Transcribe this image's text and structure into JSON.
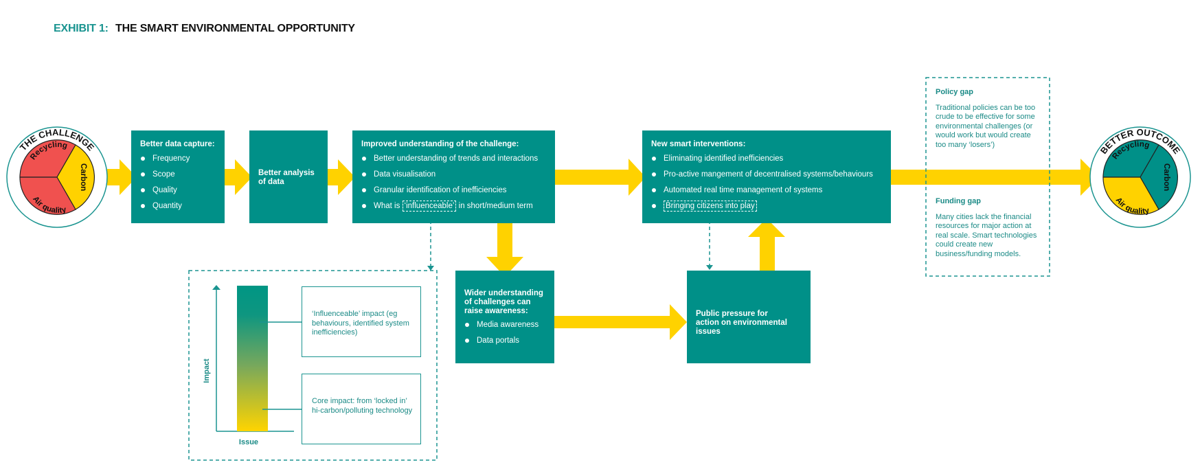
{
  "header": {
    "exhibit_label": "EXHIBIT 1:",
    "title": "THE SMART ENVIRONMENTAL OPPORTUNITY"
  },
  "colors": {
    "teal": "#009088",
    "yellow": "#ffd200",
    "red": "#f0514f",
    "text_teal": "#1a8a86"
  },
  "challenge_circle": {
    "ring_label": "THE CHALLENGE",
    "segments": [
      {
        "label": "Recycling",
        "color": "red"
      },
      {
        "label": "Carbon",
        "color": "yellow"
      },
      {
        "label": "Air quality",
        "color": "red"
      }
    ]
  },
  "outcome_circle": {
    "ring_label": "BETTER OUTCOME",
    "segments": [
      {
        "label": "Recycling",
        "color": "teal"
      },
      {
        "label": "Carbon",
        "color": "teal"
      },
      {
        "label": "Air quality",
        "color": "yellow"
      }
    ]
  },
  "boxes": {
    "data_capture": {
      "heading": "Better data capture:",
      "items": [
        "Frequency",
        "Scope",
        "Quality",
        "Quantity"
      ]
    },
    "analysis": {
      "heading": "Better analysis of data"
    },
    "understanding": {
      "heading": "Improved understanding of the challenge:",
      "items": [
        "Better understanding of trends and interactions",
        "Data visualisation",
        "Granular identification of inefficiencies"
      ],
      "last_item_prefix": "What is",
      "last_item_highlight": "‘influenceable’",
      "last_item_suffix": "in short/medium term"
    },
    "interventions": {
      "heading": "New smart interventions:",
      "items": [
        "Eliminating identified inefficiencies",
        "Pro-active mangement of decentralised systems/behaviours",
        "Automated real time management of systems"
      ],
      "highlight_item": "Bringing citizens into play"
    },
    "awareness": {
      "heading": "Wider understanding of challenges can raise awareness:",
      "items": [
        "Media awareness",
        "Data portals"
      ]
    },
    "pressure": {
      "heading": "Public pressure for action on environmental issues"
    }
  },
  "gaps": {
    "policy": {
      "heading": "Policy gap",
      "text": "Traditional policies can be too crude to be effective for some environmental challenges (or would work but would create too many ‘losers’)"
    },
    "funding": {
      "heading": "Funding gap",
      "text": "Many cities lack the financial resources for major action at real scale. Smart technologies could create new business/funding models."
    }
  },
  "inset": {
    "y_axis_label": "Impact",
    "x_axis_label": "Issue",
    "influenceable_text": "‘Influenceable’ impact (eg behaviours, identified system inefficiencies)",
    "core_text": "Core impact: from ‘locked in’ hi-carbon/polluting technology"
  }
}
